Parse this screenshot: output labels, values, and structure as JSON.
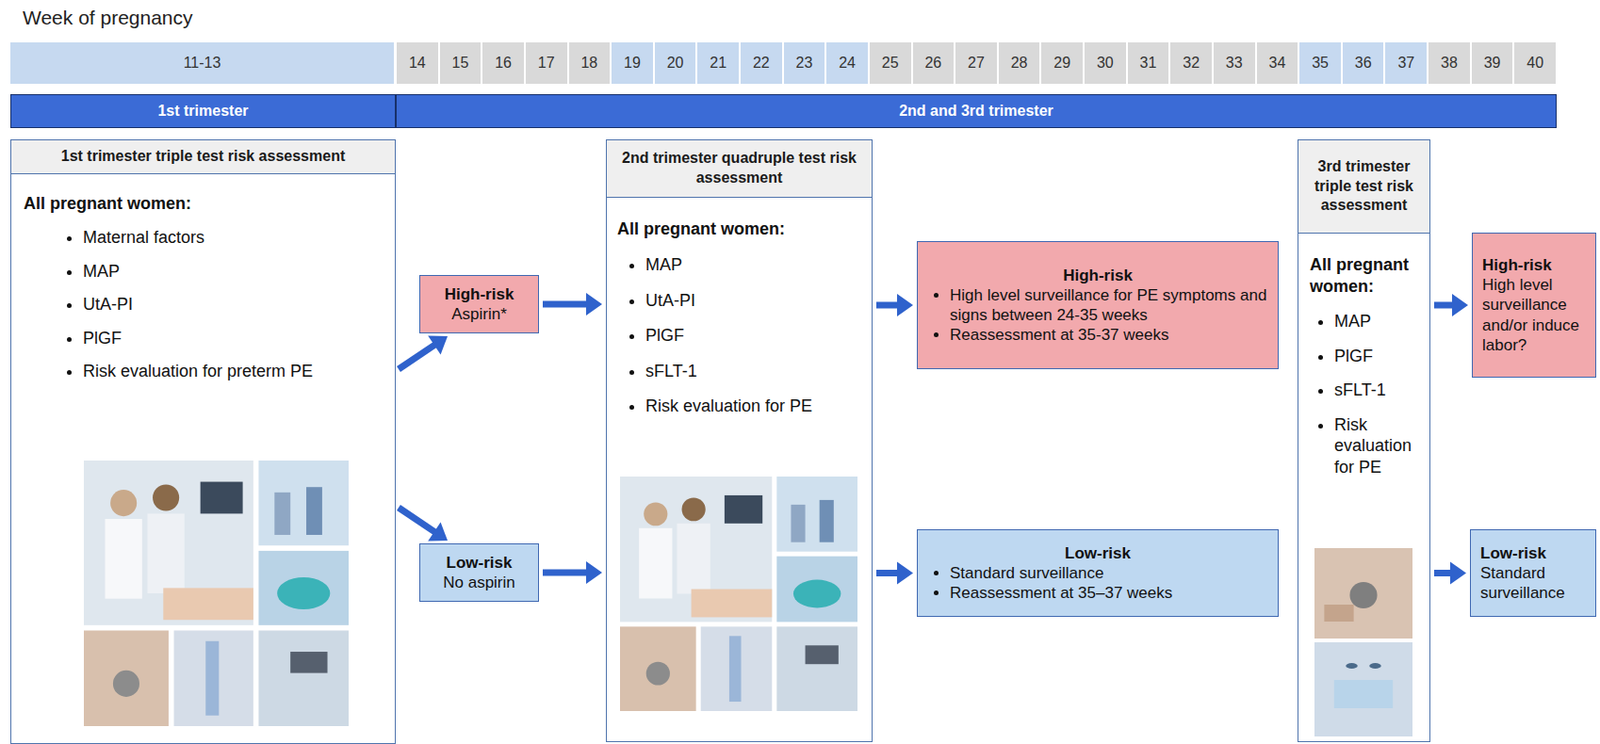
{
  "diagram": {
    "title": "Week of pregnancy",
    "nodes": [
      {
        "text": [
          "1st trimester"
        ]
      },
      {
        "text": [
          "2nd and 3rd trimester"
        ]
      },
      {
        "text": [
          "1st trimester triple test risk assessment",
          "All pregnant women:",
          "Maternal factors",
          "MAP",
          "UtA-PI",
          "PlGF",
          "Risk evaluation for preterm PE"
        ]
      },
      {
        "text": [
          "High-risk",
          "Aspirin*"
        ]
      },
      {
        "text": [
          "Low-risk",
          "No aspirin"
        ]
      },
      {
        "text": [
          "2nd trimester quadruple test risk assessment",
          "All pregnant women:",
          "MAP",
          "UtA-PI",
          "PlGF",
          "sFLT-1",
          "Risk evaluation for PE"
        ]
      },
      {
        "text": [
          "High-risk",
          "High level surveillance for PE symptoms and signs between 24-35 weeks",
          "Reassessment at 35-37 weeks"
        ]
      },
      {
        "text": [
          "Low-risk",
          "Standard surveillance",
          "Reassessment at 35–37 weeks"
        ]
      },
      {
        "text": [
          "3rd trimester triple test risk assessment",
          "All pregnant women:",
          "MAP",
          "PlGF",
          "sFLT-1",
          "Risk evaluation for PE"
        ]
      },
      {
        "text": [
          "High-risk",
          "High level surveillance and/or induce labor?"
        ]
      },
      {
        "text": [
          "Low-risk",
          "Standard surveillance"
        ]
      }
    ],
    "edges": [
      {
        "from": 2,
        "to": 3,
        "arrow": "to"
      },
      {
        "from": 2,
        "to": 4,
        "arrow": "to"
      },
      {
        "from": 3,
        "to": 5,
        "arrow": "to"
      },
      {
        "from": 4,
        "to": 5,
        "arrow": "to"
      },
      {
        "from": 5,
        "to": 6,
        "arrow": "to"
      },
      {
        "from": 5,
        "to": 7,
        "arrow": "to"
      },
      {
        "from": 8,
        "to": 9,
        "arrow": "to"
      },
      {
        "from": 8,
        "to": 10,
        "arrow": "to"
      }
    ],
    "labels": [
      "11-13",
      "14",
      "15",
      "16",
      "17",
      "18",
      "19",
      "20",
      "21",
      "22",
      "23",
      "24",
      "25",
      "26",
      "27",
      "28",
      "29",
      "30",
      "31",
      "32",
      "33",
      "34",
      "35",
      "36",
      "37",
      "38",
      "39",
      "40"
    ]
  }
}
